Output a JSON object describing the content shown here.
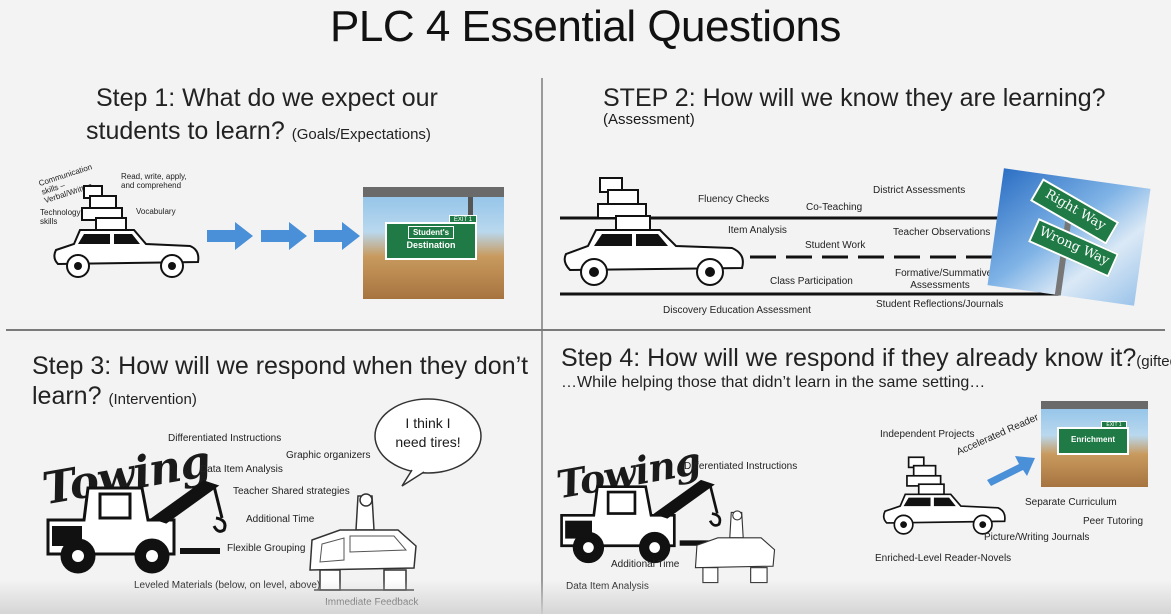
{
  "title": "PLC 4 Essential Questions",
  "step1": {
    "heading_line1": "Step 1: What do we expect our",
    "heading_line2": "students to learn?",
    "note": "(Goals/Expectations)",
    "labels": {
      "communication": "Communication skills – Verbal/Written",
      "read_write": "Read, write, apply, and comprehend",
      "technology": "Technology skills",
      "vocabulary": "Vocabulary"
    },
    "sign_line1": "Student's",
    "sign_line2": "Destination",
    "sign_exit": "EXIT 1"
  },
  "step2": {
    "heading": "STEP 2: How will we know they are learning?",
    "note": "(Assessment)",
    "labels": {
      "fluency": "Fluency Checks",
      "coteaching": "Co-Teaching",
      "district": "District Assessments",
      "item_analysis": "Item Analysis",
      "student_work": "Student Work",
      "teacher_obs": "Teacher Observations",
      "class_part": "Class Participation",
      "formative": "Formative/Summative Assessments",
      "reflections": "Student Reflections/Journals",
      "discovery": "Discovery Education Assessment"
    },
    "sign_right": "Right Way",
    "sign_wrong": "Wrong Way"
  },
  "step3": {
    "heading_line1": "Step 3: How will we respond when they don’t",
    "heading_line2": "learn?",
    "note": "(Intervention)",
    "towing": "Towing",
    "bubble": "I think I need tires!",
    "labels": {
      "diff": "Differentiated Instructions",
      "graphic": "Graphic organizers",
      "data_item": "Data Item Analysis",
      "teacher_shared": "Teacher Shared strategies",
      "additional": "Additional Time",
      "flexible": "Flexible Grouping",
      "leveled": "Leveled Materials (below, on level, above)",
      "immediate": "Immediate Feedback"
    }
  },
  "step4": {
    "heading": "Step 4: How will we respond if they already know it?",
    "note": "(gifted)",
    "subheading": "…While helping those that didn’t learn in the same setting…",
    "towing": "Towing",
    "labels": {
      "diff": "Differentiated Instructions",
      "independent": "Independent Projects",
      "accelerated": "Accelerated Reader",
      "separate": "Separate Curriculum",
      "peer": "Peer Tutoring",
      "picture": "Picture/Writing Journals",
      "enriched": "Enriched-Level Reader-Novels",
      "additional": "Additional Time",
      "data_item": "Data Item Analysis"
    },
    "sign": "Enrichment",
    "sign_exit": "EXIT 1"
  },
  "colors": {
    "arrow_blue": "#4a90d9",
    "sign_green": "#1f7a45",
    "divider": "#8a8a8a"
  },
  "icons": [
    "car-icon",
    "arrow-right-icon",
    "highway-sign-icon",
    "tow-truck-icon",
    "broken-car-icon",
    "speech-bubble-icon",
    "road-lines-icon"
  ]
}
